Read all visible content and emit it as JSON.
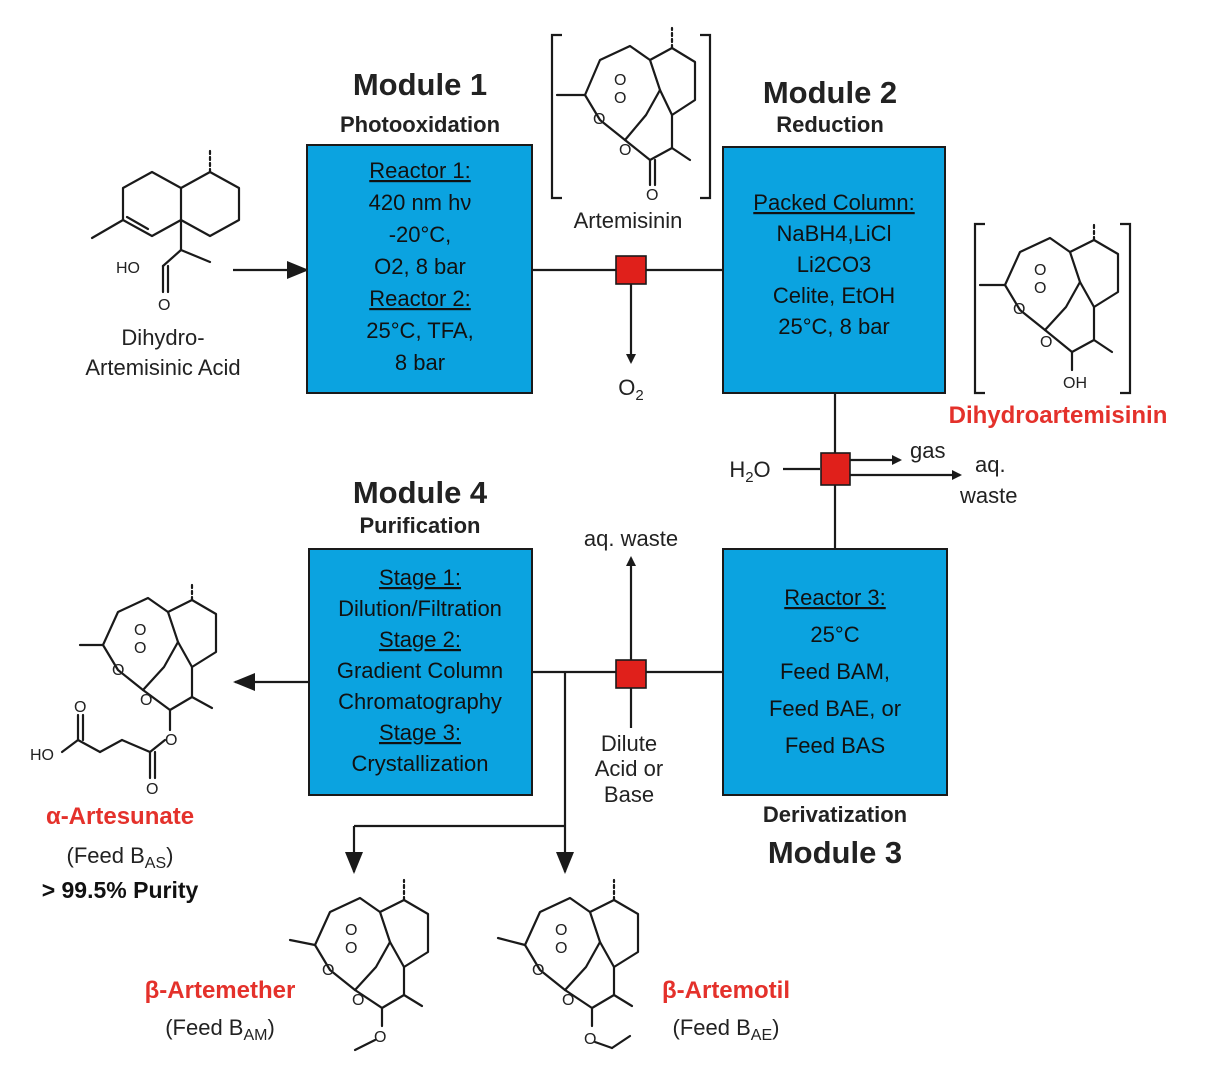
{
  "modules": {
    "m1": {
      "title": "Module 1",
      "subtitle": "Photooxidation",
      "lines": [
        {
          "text": "Reactor 1:",
          "underline": true
        },
        {
          "text": "420 nm hν"
        },
        {
          "text": "-20°C,"
        },
        {
          "text": "O2, 8 bar"
        },
        {
          "text": "Reactor 2:",
          "underline": true
        },
        {
          "text": "25°C, TFA,"
        },
        {
          "text": "8 bar"
        }
      ]
    },
    "m2": {
      "title": "Module 2",
      "subtitle": "Reduction",
      "lines": [
        {
          "text": "Packed Column:",
          "underline": true
        },
        {
          "text": "NaBH4,LiCl"
        },
        {
          "text": "Li2CO3"
        },
        {
          "text": "Celite, EtOH"
        },
        {
          "text": "25°C, 8 bar"
        }
      ]
    },
    "m3": {
      "title": "Module 3",
      "subtitle": "Derivatization",
      "lines": [
        {
          "text": "Reactor 3:",
          "underline": true
        },
        {
          "text": "25°C"
        },
        {
          "text": "Feed BAM,"
        },
        {
          "text": "Feed BAE, or"
        },
        {
          "text": "Feed BAS"
        }
      ]
    },
    "m4": {
      "title": "Module 4",
      "subtitle": "Purification",
      "lines": [
        {
          "text": "Stage 1:",
          "underline": true
        },
        {
          "text": "Dilution/Filtration"
        },
        {
          "text": "Stage 2:",
          "underline": true
        },
        {
          "text": "Gradient Column"
        },
        {
          "text": "Chromatography"
        },
        {
          "text": "Stage 3:",
          "underline": true
        },
        {
          "text": "Crystallization"
        }
      ]
    }
  },
  "compounds": {
    "dha_acid": [
      "Dihydro-",
      "Artemisinic Acid"
    ],
    "artemisinin": "Artemisinin",
    "dihydroartemisinin": "Dihydroartemisinin",
    "artesunate": {
      "name": "α-Artesunate",
      "feed": "(Feed BAS)",
      "purity": "> 99.5% Purity"
    },
    "artemether": {
      "name": "β-Artemether",
      "feed": "(Feed BAM)"
    },
    "artemotil": {
      "name": "β-Artemotil",
      "feed": "(Feed BAE)"
    }
  },
  "streams": {
    "o2_out": "O2",
    "water_in": "H2O",
    "gas_out": "gas",
    "aq_waste_right": [
      "aq.",
      "waste"
    ],
    "aq_waste_top": "aq. waste",
    "dilute": [
      "Dilute",
      "Acid or",
      "Base"
    ]
  },
  "atoms": {
    "o": "O",
    "ho": "HO",
    "oh": "OH"
  },
  "colors": {
    "box_fill": "#0ba3e0",
    "valve": "#e0201b",
    "highlight_text": "#e4312b"
  }
}
